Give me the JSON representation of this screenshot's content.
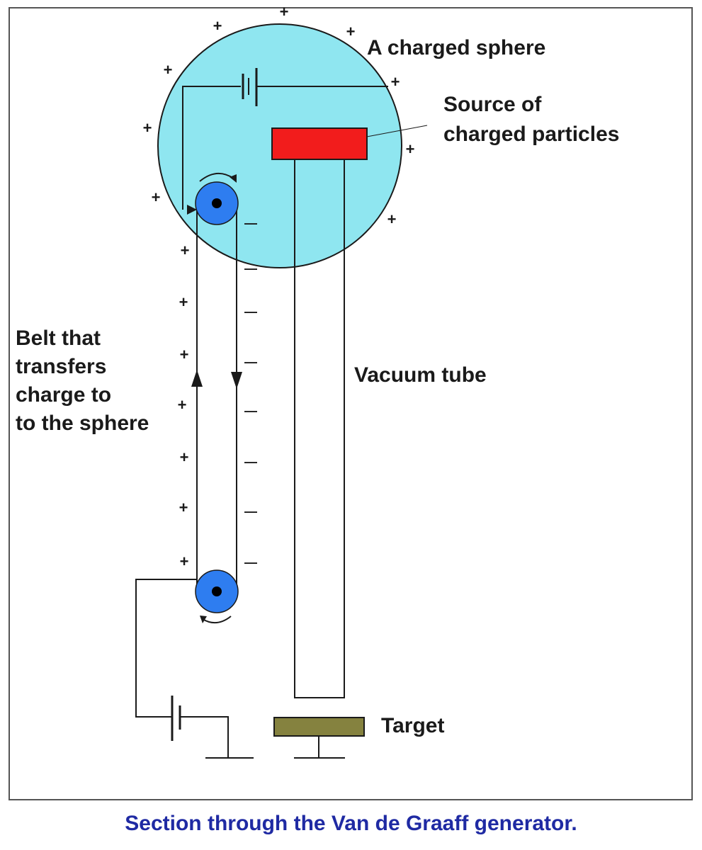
{
  "labels": {
    "sphere": "A charged sphere",
    "source_line1": "Source of",
    "source_line2": "charged particles",
    "belt_line1": "Belt that",
    "belt_line2": "transfers",
    "belt_line3": "charge to",
    "belt_line4": "to the sphere",
    "vacuum": "Vacuum tube",
    "target": "Target"
  },
  "signs": {
    "plus": "+",
    "minus": "—"
  },
  "caption": "Section through the Van de Graaff generator.",
  "colors": {
    "sphere": "#8fe6f0",
    "source": "#f21c1c",
    "pulley": "#2e7df0",
    "target": "#85823f",
    "caption": "#1f2aa3",
    "line": "#1a1a1a"
  }
}
